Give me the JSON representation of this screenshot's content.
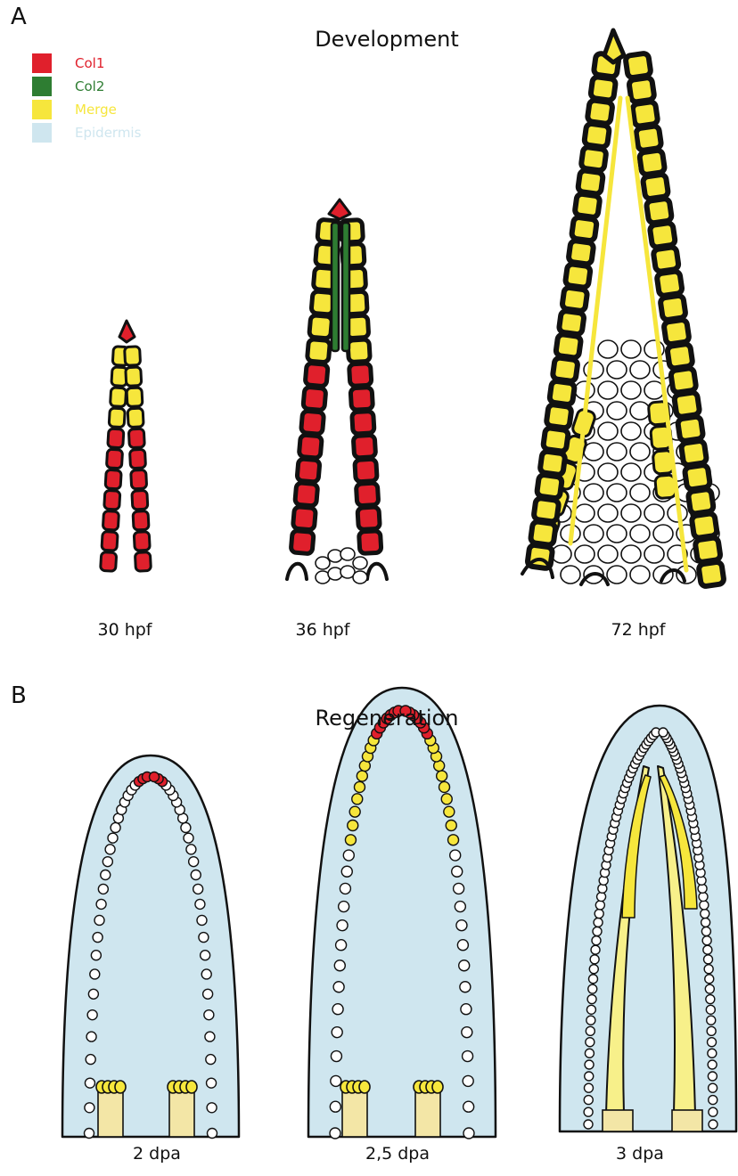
{
  "panel_a": {
    "letter": "A",
    "title": "Development",
    "stages": [
      "30 hpf",
      "36 hpf",
      "72 hpf"
    ]
  },
  "panel_b": {
    "letter": "B",
    "title": "Regeneration",
    "stages": [
      "2 dpa",
      "2,5 dpa",
      "3 dpa"
    ]
  },
  "legend": [
    {
      "label": "Col1",
      "color": "#e0202c"
    },
    {
      "label": "Col2",
      "color": "#2e7d32"
    },
    {
      "label": "Merge",
      "color": "#f6e63c"
    },
    {
      "label": "Epidermis",
      "color": "#cfe6ef"
    }
  ],
  "colors": {
    "outline": "#111111",
    "base": "#f3e6a6",
    "pale_yellow": "#f7f08a"
  }
}
